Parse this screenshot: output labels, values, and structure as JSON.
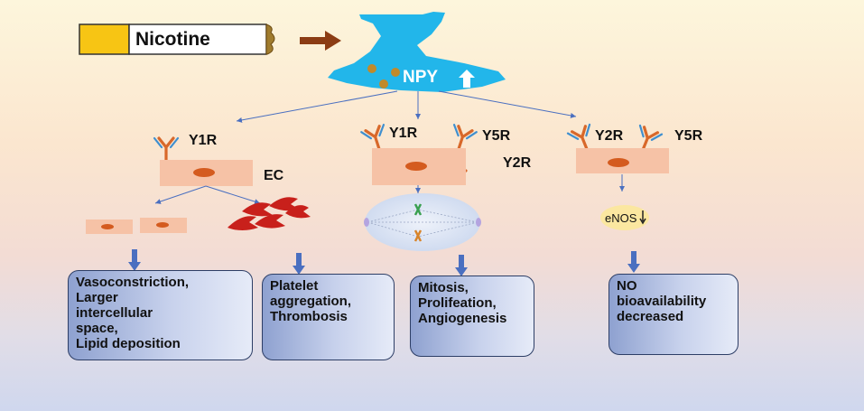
{
  "nicotine": {
    "label": "Nicotine"
  },
  "neuron": {
    "label": "NPY"
  },
  "branches": [
    {
      "receptors": [
        "Y1R"
      ],
      "cell_label": "EC",
      "outcome": [
        "Vasoconstriction,",
        "Larger",
        "intercellular",
        "space,",
        "Lipid deposition"
      ]
    },
    {
      "outcome": [
        "Platelet",
        "aggregation,",
        "Thrombosis"
      ]
    },
    {
      "receptors": [
        "Y1R",
        "Y5R",
        "Y2R"
      ],
      "outcome": [
        "Mitosis,",
        "Prolifeation,",
        "Angiogenesis"
      ]
    },
    {
      "receptors": [
        "Y2R",
        "Y5R"
      ],
      "mediator": "eNOS",
      "outcome": [
        "NO",
        "bioavailability",
        "decreased"
      ]
    }
  ],
  "colors": {
    "neuron": "#22b6ea",
    "cell": "#f6c2a6",
    "nucleus": "#d45b1f",
    "platelet": "#c8201b",
    "arrow_blue": "#4a6fc0",
    "nicotine_arrow": "#8b3c14",
    "antibody_orange": "#d8682a",
    "antibody_blue": "#3f8fcf"
  }
}
